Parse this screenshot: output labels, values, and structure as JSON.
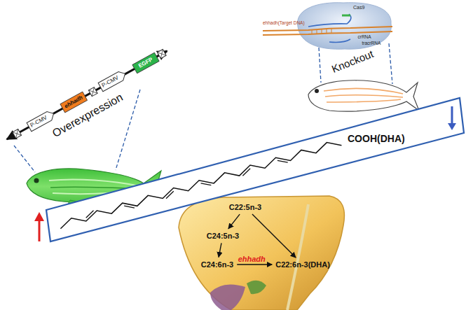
{
  "diagram": {
    "nodes": [
      {
        "text": [
          "COOH(DHA)"
        ]
      },
      {
        "text": [
          "P-CMV"
        ]
      },
      {
        "text": [
          "ehhadh"
        ]
      },
      {
        "text": [
          "P-CMV"
        ]
      },
      {
        "text": [
          "EGFP"
        ]
      },
      {
        "text": [
          "C22:5n-3"
        ]
      },
      {
        "text": [
          "C24:5n-3"
        ]
      },
      {
        "text": [
          "C24:6n-3"
        ]
      },
      {
        "text": [
          "C22:6n-3(DHA)"
        ]
      }
    ],
    "edges": [
      {
        "from": 5,
        "to": 6,
        "arrow": "to"
      },
      {
        "from": 6,
        "to": 7,
        "arrow": "to"
      },
      {
        "from": 7,
        "to": 8,
        "label": "ehhadh",
        "arrow": "to"
      },
      {
        "from": 5,
        "to": 8,
        "arrow": "to"
      }
    ],
    "labels": [
      "Overexpression",
      "Knockout",
      "Cas9",
      "ehhadh(Target DNA)",
      "crRNA",
      "tracrRNA"
    ]
  }
}
